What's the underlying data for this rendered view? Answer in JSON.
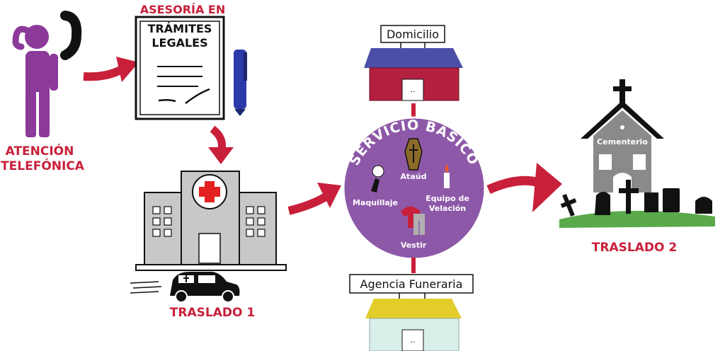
{
  "labels": {
    "atencion_line1": "ATENCIÓN",
    "atencion_line2": "TELEFÓNICA",
    "asesoria": "ASESORÍA EN",
    "tramites_line1": "TRÁMITES",
    "tramites_line2": "LEGALES",
    "traslado1": "TRASLADO 1",
    "traslado2": "TRASLADO 2",
    "domicilio": "Domicilio",
    "agencia": "Agencia Funeraria",
    "cementerio": "Cementerio",
    "door_dots": ".."
  },
  "servicio": {
    "title": "SERVICIO BÁSICO",
    "ataud": "Ataúd",
    "maquillaje": "Maquillaje",
    "equipo_line1": "Equipo de",
    "equipo_line2": "Velación",
    "vestir": "Vestir"
  },
  "colors": {
    "accent_red": "#c8203a",
    "purple": "#8b3a9a",
    "circle_purple": "#8e58a8",
    "hospital_gray": "#c8c8c8",
    "cemetery_gray": "#8a8a8a",
    "grass_green": "#5aa94a",
    "roof_blue": "#4b4fa8",
    "house_red": "#b42040",
    "roof_yellow": "#e2cd2a",
    "agency_wall": "#d9efe9"
  }
}
